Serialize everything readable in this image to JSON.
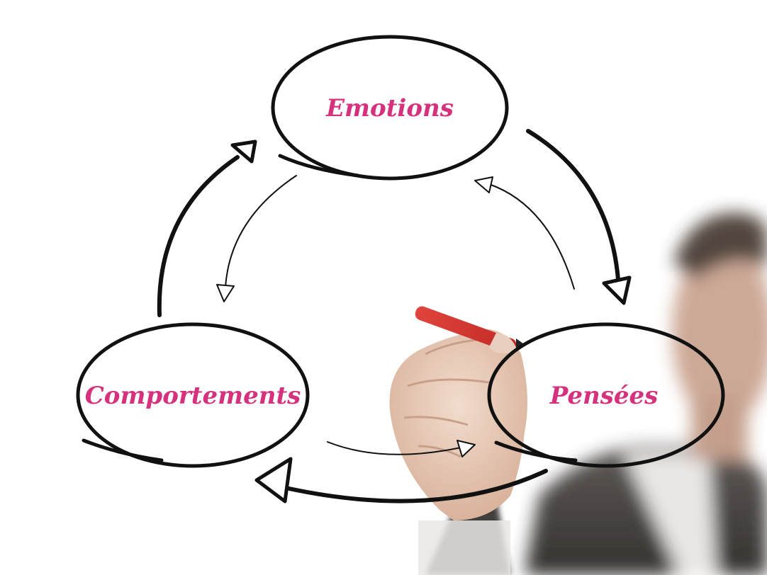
{
  "diagram": {
    "nodes": {
      "emotions": {
        "label": "Emotions"
      },
      "pensees": {
        "label": "Pensées"
      },
      "comportements": {
        "label": "Comportements"
      }
    },
    "edges": [
      {
        "from": "emotions",
        "to": "pensees",
        "style": "bold"
      },
      {
        "from": "pensees",
        "to": "comportements",
        "style": "bold"
      },
      {
        "from": "comportements",
        "to": "emotions",
        "style": "bold"
      },
      {
        "from": "emotions",
        "to": "comportements",
        "style": "thin"
      },
      {
        "from": "comportements",
        "to": "pensees",
        "style": "thin"
      },
      {
        "from": "pensees",
        "to": "emotions",
        "style": "thin"
      }
    ]
  },
  "colors": {
    "label": "#d6317d",
    "ink": "#111111",
    "background": "#ffffff"
  },
  "scene": {
    "background_image": "blurred businessman in suit drawing the diagram with a red marker"
  }
}
